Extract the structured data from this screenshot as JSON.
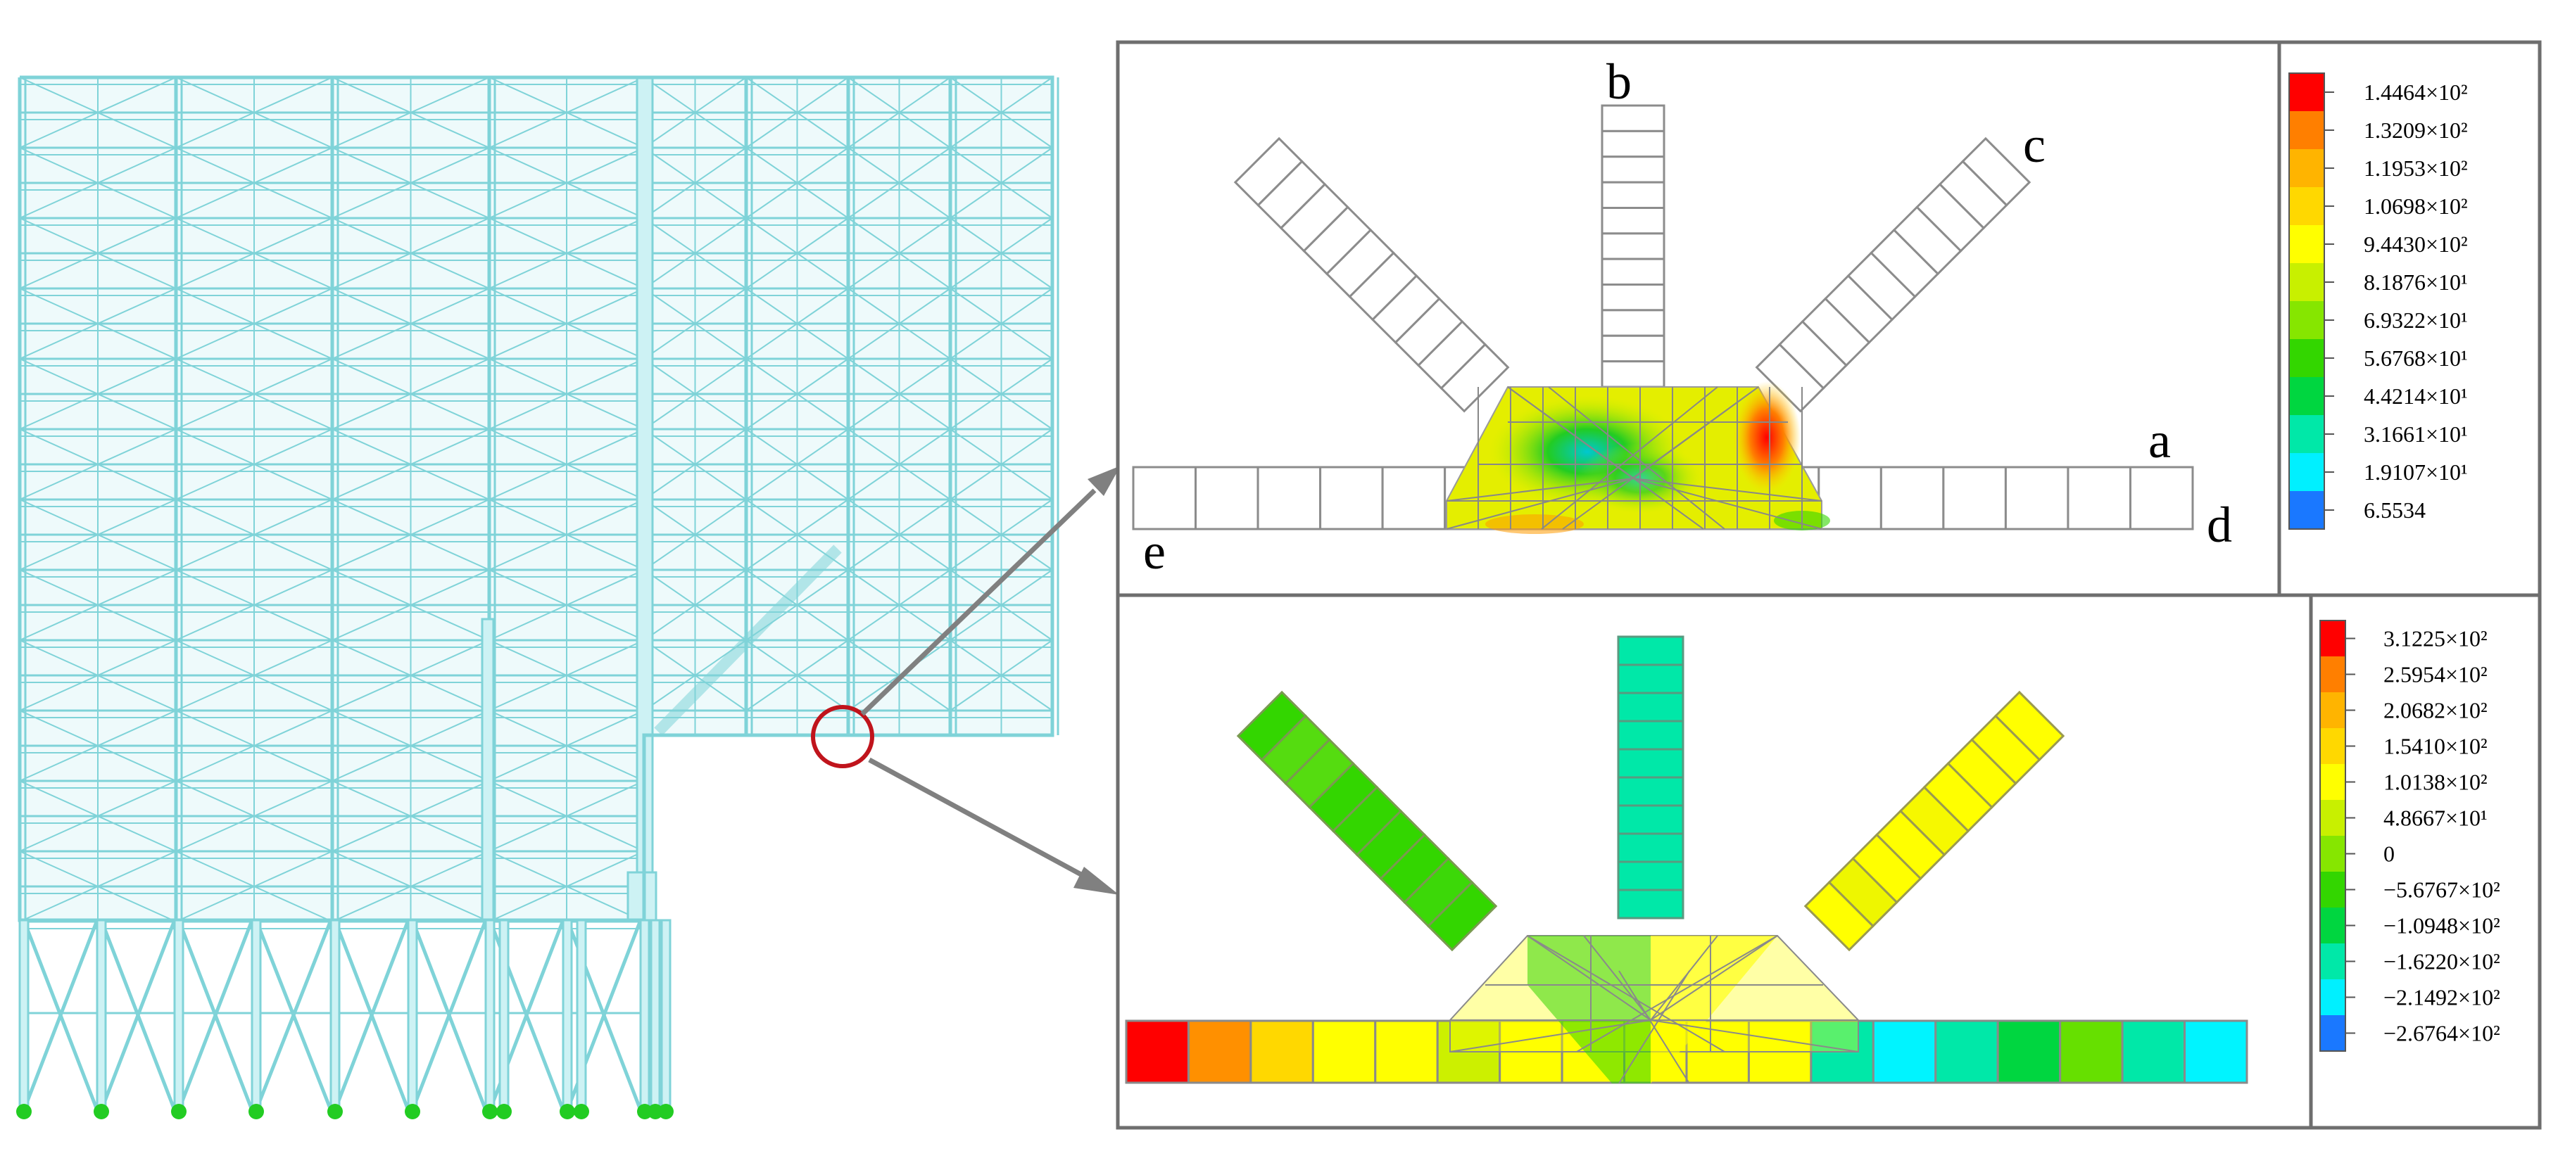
{
  "panels": {
    "top": {
      "member_labels": {
        "a": "a",
        "b": "b",
        "c": "c",
        "d": "d",
        "e": "e"
      },
      "legend": {
        "levels": [
          {
            "label": "1.4464×10²",
            "color": "#ff0000"
          },
          {
            "label": "1.3209×10²",
            "color": "#ff7f00"
          },
          {
            "label": "1.1953×10²",
            "color": "#ffb400"
          },
          {
            "label": "1.0698×10²",
            "color": "#ffd800"
          },
          {
            "label": "9.4430×10²",
            "color": "#ffff00"
          },
          {
            "label": "8.1876×10¹",
            "color": "#c8f000"
          },
          {
            "label": "6.9322×10¹",
            "color": "#86e600"
          },
          {
            "label": "5.6768×10¹",
            "color": "#33d600"
          },
          {
            "label": "4.4214×10¹",
            "color": "#00d640"
          },
          {
            "label": "3.1661×10¹",
            "color": "#00e8a8"
          },
          {
            "label": "1.9107×10¹",
            "color": "#00f0ff"
          },
          {
            "label": "6.5534",
            "color": "#1a78ff"
          }
        ]
      }
    },
    "bottom": {
      "legend": {
        "levels": [
          {
            "label": "3.1225×10²",
            "color": "#ff0000"
          },
          {
            "label": "2.5954×10²",
            "color": "#ff7f00"
          },
          {
            "label": "2.0682×10²",
            "color": "#ffb400"
          },
          {
            "label": "1.5410×10²",
            "color": "#ffd800"
          },
          {
            "label": "1.0138×10²",
            "color": "#ffff00"
          },
          {
            "label": "4.8667×10¹",
            "color": "#c8f000"
          },
          {
            "label": "0",
            "color": "#86e600"
          },
          {
            "label": "−5.6767×10²",
            "color": "#33d600"
          },
          {
            "label": "−1.0948×10²",
            "color": "#00d640"
          },
          {
            "label": "−1.6220×10²",
            "color": "#00e8a8"
          },
          {
            "label": "−2.1492×10²",
            "color": "#00f0ff"
          },
          {
            "label": "−2.6764×10²",
            "color": "#1a78ff"
          }
        ]
      }
    }
  },
  "colors": {
    "frame_line": "#7fd3d8",
    "frame_fill": "#cdf2f4",
    "support": "#22cc22",
    "highlight_circle": "#c0141c",
    "arrow": "#808080",
    "panel_border": "#6e6e6e",
    "mesh_line": "#9a9a9a"
  }
}
